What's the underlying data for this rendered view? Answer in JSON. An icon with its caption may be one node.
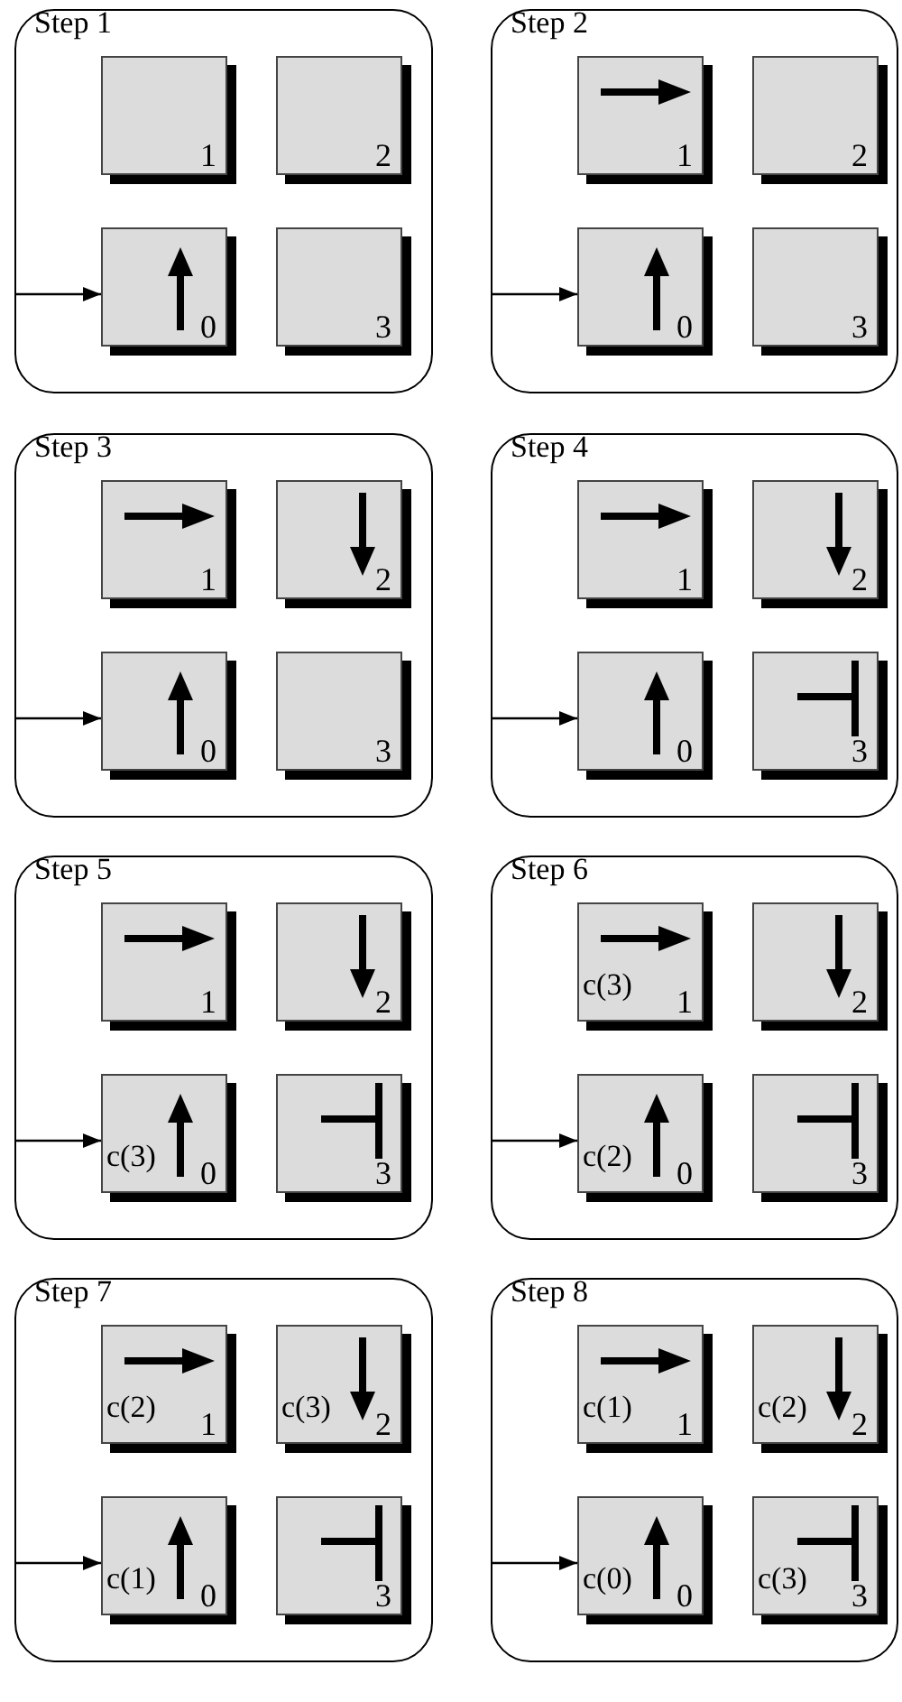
{
  "diagram": {
    "nodes": [
      {
        "text": [
          "Step 1"
        ]
      },
      {
        "text": [
          "1"
        ],
        "in": 0
      },
      {
        "text": [
          "2"
        ],
        "in": 0
      },
      {
        "text": [
          "0"
        ],
        "in": 0
      },
      {
        "text": [
          "3"
        ],
        "in": 0
      },
      {
        "text": [
          "Step 2"
        ]
      },
      {
        "text": [
          "1"
        ],
        "in": 5
      },
      {
        "text": [
          "2"
        ],
        "in": 5
      },
      {
        "text": [
          "0"
        ],
        "in": 5
      },
      {
        "text": [
          "3"
        ],
        "in": 5
      },
      {
        "text": [
          "Step 3"
        ]
      },
      {
        "text": [
          "1"
        ],
        "in": 10
      },
      {
        "text": [
          "2"
        ],
        "in": 10
      },
      {
        "text": [
          "0"
        ],
        "in": 10
      },
      {
        "text": [
          "3"
        ],
        "in": 10
      },
      {
        "text": [
          "Step 4"
        ]
      },
      {
        "text": [
          "1"
        ],
        "in": 15
      },
      {
        "text": [
          "2"
        ],
        "in": 15
      },
      {
        "text": [
          "0"
        ],
        "in": 15
      },
      {
        "text": [
          "3"
        ],
        "in": 15
      },
      {
        "text": [
          "Step 5"
        ]
      },
      {
        "text": [
          "1"
        ],
        "in": 20
      },
      {
        "text": [
          "2"
        ],
        "in": 20
      },
      {
        "text": [
          "c(3)",
          "0"
        ],
        "in": 20
      },
      {
        "text": [
          "3"
        ],
        "in": 20
      },
      {
        "text": [
          "Step 6"
        ]
      },
      {
        "text": [
          "c(3)",
          "1"
        ],
        "in": 25
      },
      {
        "text": [
          "2"
        ],
        "in": 25
      },
      {
        "text": [
          "c(2)",
          "0"
        ],
        "in": 25
      },
      {
        "text": [
          "3"
        ],
        "in": 25
      },
      {
        "text": [
          "Step 7"
        ]
      },
      {
        "text": [
          "c(2)",
          "1"
        ],
        "in": 30
      },
      {
        "text": [
          "c(3)",
          "2"
        ],
        "in": 30
      },
      {
        "text": [
          "c(1)",
          "0"
        ],
        "in": 30
      },
      {
        "text": [
          "3"
        ],
        "in": 30
      },
      {
        "text": [
          "Step 8"
        ]
      },
      {
        "text": [
          "c(1)",
          "1"
        ],
        "in": 35
      },
      {
        "text": [
          "c(2)",
          "2"
        ],
        "in": 35
      },
      {
        "text": [
          "c(0)",
          "0"
        ],
        "in": 35
      },
      {
        "text": [
          "c(3)",
          "3"
        ],
        "in": 35
      }
    ],
    "edges": [
      {
        "from": null,
        "to": 3,
        "arrow": "to"
      },
      {
        "from": null,
        "to": 8,
        "arrow": "to"
      },
      {
        "from": null,
        "to": 13,
        "arrow": "to"
      },
      {
        "from": null,
        "to": 18,
        "arrow": "to"
      },
      {
        "from": null,
        "to": 23,
        "arrow": "to"
      },
      {
        "from": null,
        "to": 28,
        "arrow": "to"
      },
      {
        "from": null,
        "to": 33,
        "arrow": "to"
      },
      {
        "from": null,
        "to": 38,
        "arrow": "to"
      }
    ]
  }
}
